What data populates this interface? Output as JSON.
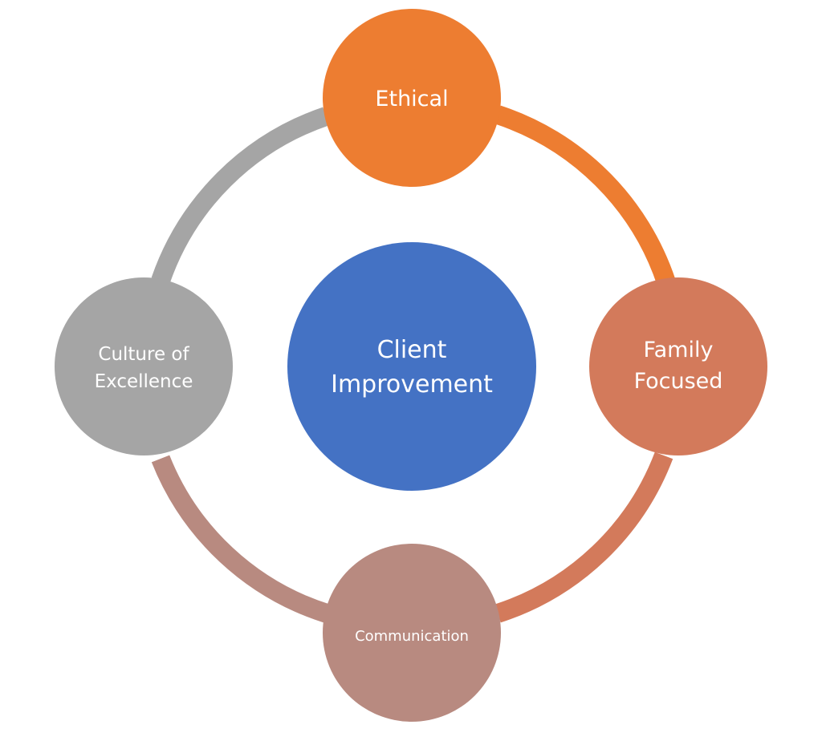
{
  "diagram": {
    "center": {
      "lines": [
        "Client",
        "Improvement"
      ],
      "color": "#4472C4"
    },
    "nodes": [
      {
        "id": "ethical",
        "lines": [
          "Ethical"
        ],
        "color": "#ED7D31"
      },
      {
        "id": "family-focused",
        "lines": [
          "Family",
          "Focused"
        ],
        "color": "#D37A5B"
      },
      {
        "id": "communication",
        "lines": [
          "Communication"
        ],
        "color": "#B88A80"
      },
      {
        "id": "culture-of-excellence",
        "lines": [
          "Culture of",
          "Excellence"
        ],
        "color": "#A5A5A5"
      }
    ],
    "arcs": [
      {
        "from": "ethical",
        "to": "family-focused",
        "color": "#ED7D31"
      },
      {
        "from": "family-focused",
        "to": "communication",
        "color": "#D37A5B"
      },
      {
        "from": "communication",
        "to": "culture-of-excellence",
        "color": "#B88A80"
      },
      {
        "from": "culture-of-excellence",
        "to": "ethical",
        "color": "#A5A5A5"
      }
    ]
  }
}
